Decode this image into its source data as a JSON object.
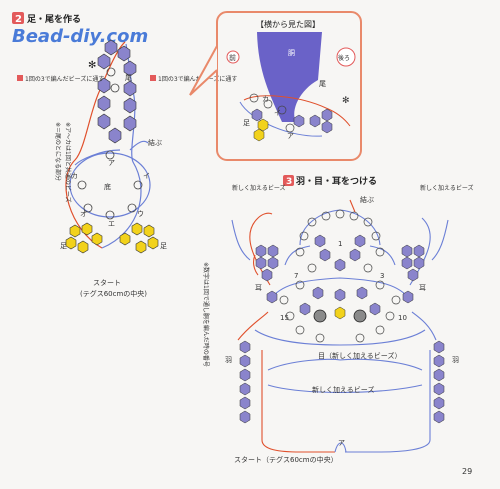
{
  "watermark": "Bead-diy.com",
  "page_number": "29",
  "colors": {
    "bead_purple": "#8a84cc",
    "bead_yellow": "#f2d21b",
    "bead_gray": "#8a8a8a",
    "thread_blue": "#6b7fd6",
    "thread_red": "#e0502c",
    "step_badge": "#e35a5a",
    "panel_border": "#e9896a"
  },
  "section2": {
    "step": "2",
    "title": "足・尾を作る",
    "note_left": "1回の3で編んだビーズに通す",
    "note_right": "1回の3で編んだビーズに通す",
    "note_vertical_1": "※ア〜カは1回と共通のビーズ",
    "note_vertical_2": "※＝尾のとになる部分",
    "label_tail": "尾",
    "label_foot_left": "足",
    "label_foot_right": "足",
    "label_knot": "結ぶ",
    "label_body": "底",
    "letters": [
      "ア",
      "イ",
      "ウ",
      "エ",
      "オ",
      "カ"
    ],
    "start_label": "スタート",
    "start_sub": "(テグス60cmの中央)"
  },
  "panel": {
    "title": "【横から見た図】",
    "label_front": "前",
    "label_back": "後ろ",
    "label_body": "胴",
    "label_tail": "尾",
    "label_foot": "足",
    "letters": [
      "ア",
      "イ",
      "カ"
    ]
  },
  "section3": {
    "step": "3",
    "title": "羽・目・耳をつける",
    "label_knot": "結ぶ",
    "ear_new_left": "新しく加えるビーズ",
    "ear_new_right": "新しく加えるビーズ",
    "label_ear_left": "耳",
    "label_ear_right": "耳",
    "label_wing_left": "羽",
    "label_wing_right": "羽",
    "eye_label": "目（新しく加えるビーズ）",
    "wing_new": "新しく加えるビーズ",
    "numbers": [
      "1",
      "3",
      "7",
      "15",
      "10"
    ],
    "letter_a": "ア",
    "start_label": "スタート（テグス60cmの中央）",
    "note_vertical": "※数字は1回で通し胴を編んだ時の番号"
  }
}
